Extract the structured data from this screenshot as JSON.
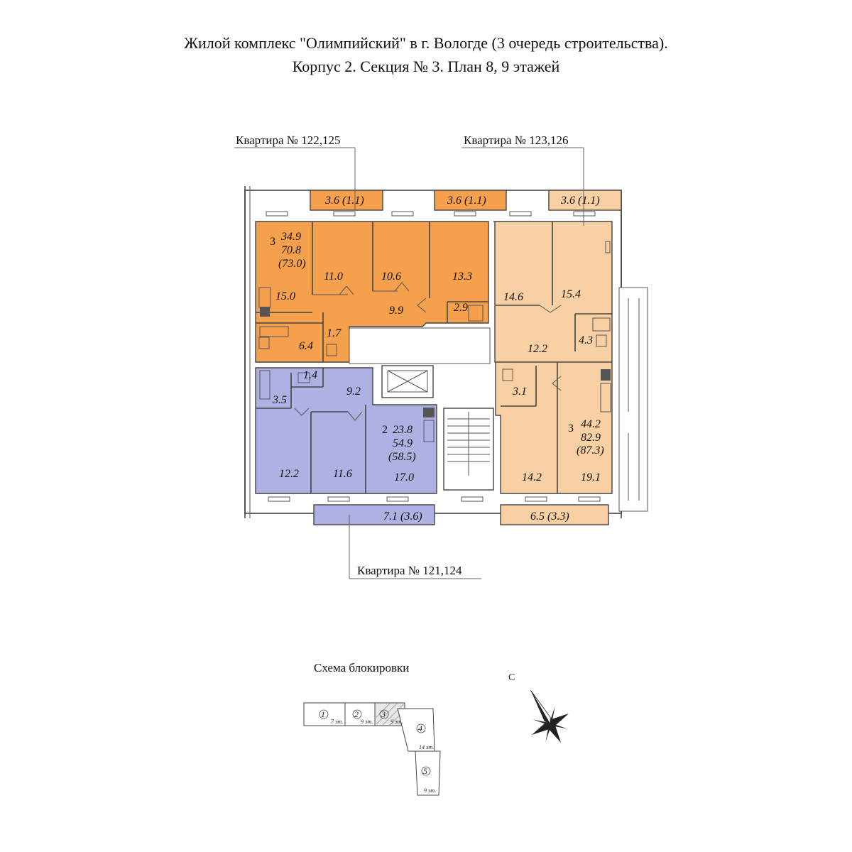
{
  "title": {
    "line1": "Жилой комплекс \"Олимпийский\" в г. Вологде (3 очередь строительства).",
    "line2": "Корпус 2. Секция № 3. План 8, 9 этажей"
  },
  "colors": {
    "apt_122_125": "#f5a04d",
    "apt_123_126": "#f9cfa4",
    "apt_121_124": "#aeb1e2",
    "walls": "#444444"
  },
  "apartments": [
    {
      "label": "Квартира № 122,125",
      "rooms_count": "3",
      "living": "34.9",
      "total": "70.8",
      "total_with_balcony": "(73.0)",
      "rooms": [
        "15.0",
        "11.0",
        "10.6",
        "13.3",
        "9.9",
        "2.9",
        "6.4",
        "1.7"
      ],
      "balconies": [
        "3.6 (1.1)",
        "3.6 (1.1)"
      ]
    },
    {
      "label": "Квартира № 123,126",
      "rooms_count": "3",
      "living": "44.2",
      "total": "82.9",
      "total_with_balcony": "(87.3)",
      "rooms": [
        "14.6",
        "15.4",
        "12.2",
        "4.3",
        "3.1",
        "14.2",
        "19.1"
      ],
      "balconies": [
        "3.6 (1.1)",
        "6.5 (3.3)"
      ]
    },
    {
      "label": "Квартира № 121,124",
      "rooms_count": "2",
      "living": "23.8",
      "total": "54.9",
      "total_with_balcony": "(58.5)",
      "rooms": [
        "1.4",
        "3.5",
        "9.2",
        "12.2",
        "11.6",
        "17.0"
      ],
      "balconies": [
        "7.1 (3.6)"
      ]
    }
  ],
  "scheme": {
    "title": "Схема блокировки",
    "sections": [
      {
        "num": "1",
        "floors": "7 эт."
      },
      {
        "num": "2",
        "floors": "9 эт."
      },
      {
        "num": "3",
        "floors": "9 эт."
      },
      {
        "num": "4",
        "floors": "14 эт."
      },
      {
        "num": "5",
        "floors": "9 эт."
      }
    ]
  },
  "compass": {
    "north_label": "С"
  }
}
